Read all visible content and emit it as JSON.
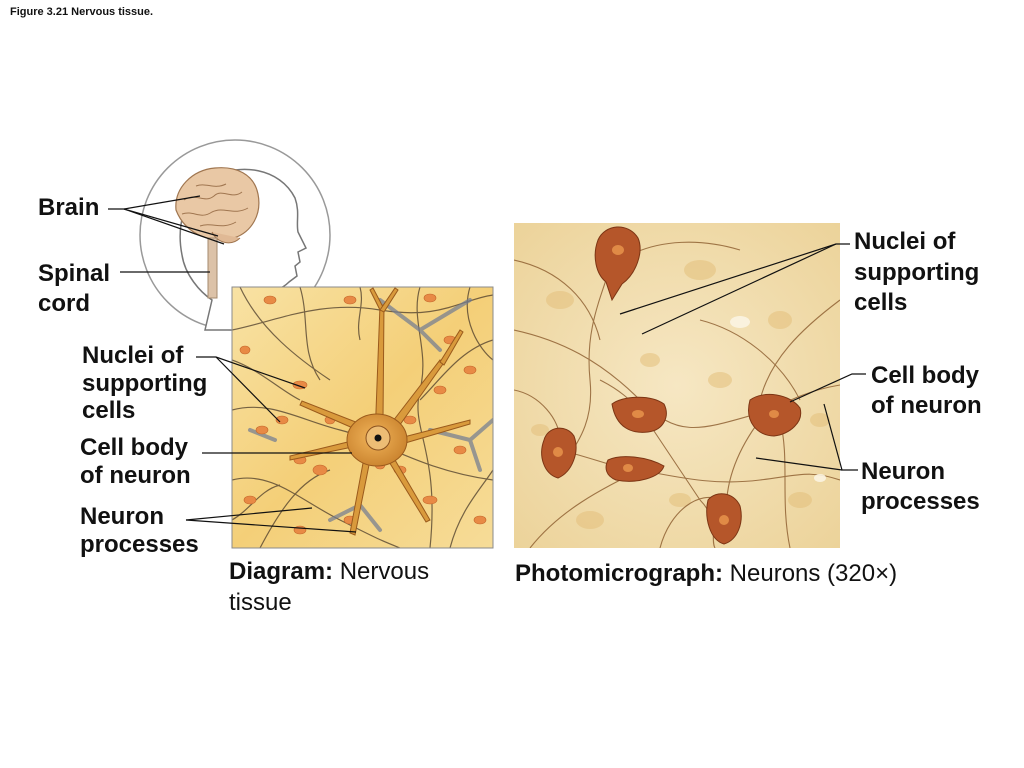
{
  "figure_title": "Figure 3.21 Nervous tissue.",
  "inset_labels": {
    "brain": "Brain",
    "spinal_cord_1": "Spinal",
    "spinal_cord_2": "cord"
  },
  "diagram_labels": {
    "nuclei_1": "Nuclei of",
    "nuclei_2": "supporting",
    "nuclei_3": "cells",
    "cell_body_1": "Cell body",
    "cell_body_2": "of neuron",
    "processes_1": "Neuron",
    "processes_2": "processes"
  },
  "micro_labels": {
    "nuclei_1": "Nuclei of",
    "nuclei_2": "supporting",
    "nuclei_3": "cells",
    "cell_body_1": "Cell body",
    "cell_body_2": "of neuron",
    "processes_1": "Neuron",
    "processes_2": "processes"
  },
  "subtitles": {
    "diagram_bold": "Diagram:",
    "diagram_text": " Nervous",
    "diagram_text_2": "tissue",
    "photo_bold": "Photomicrograph:",
    "photo_text": " Neurons (320×)"
  },
  "colors": {
    "tissue_yellow": "#f6d98b",
    "neuron_orange": "#d99a3c",
    "micro_bg": "#f3e4bd",
    "micro_cell": "#b5562a"
  }
}
